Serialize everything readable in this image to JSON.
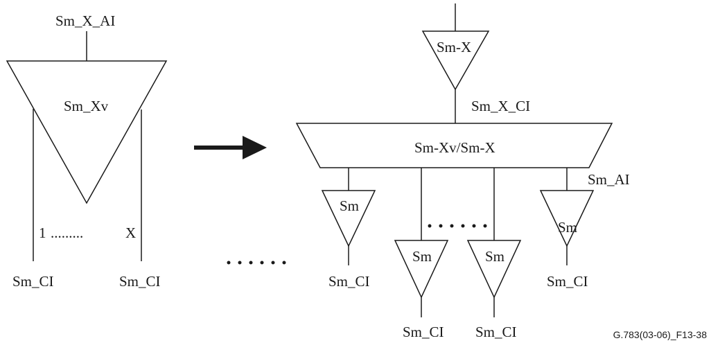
{
  "left": {
    "top_signal": "Sm_X_AI",
    "function_label": "Sm_Xv",
    "range_start": "1",
    "range_dots": ".........",
    "range_end": "X",
    "left_bottom_signal": "Sm_CI",
    "right_bottom_signal": "Sm_CI"
  },
  "right": {
    "source_label": "Sm-X",
    "mid_signal": "Sm_X_CI",
    "adaptation_label": "Sm-Xv/Sm-X",
    "branch_signal": "Sm_AI",
    "sub_functions": [
      {
        "label": "Sm",
        "output": "Sm_CI"
      },
      {
        "label": "Sm",
        "output": "Sm_CI"
      },
      {
        "label": "Sm",
        "output": "Sm_CI"
      },
      {
        "label": "Sm",
        "output": "Sm_CI"
      }
    ]
  },
  "figure_id": "G.783(03-06)_F13-38",
  "colors": {
    "line": "#1a1a1a",
    "background": "#ffffff"
  }
}
